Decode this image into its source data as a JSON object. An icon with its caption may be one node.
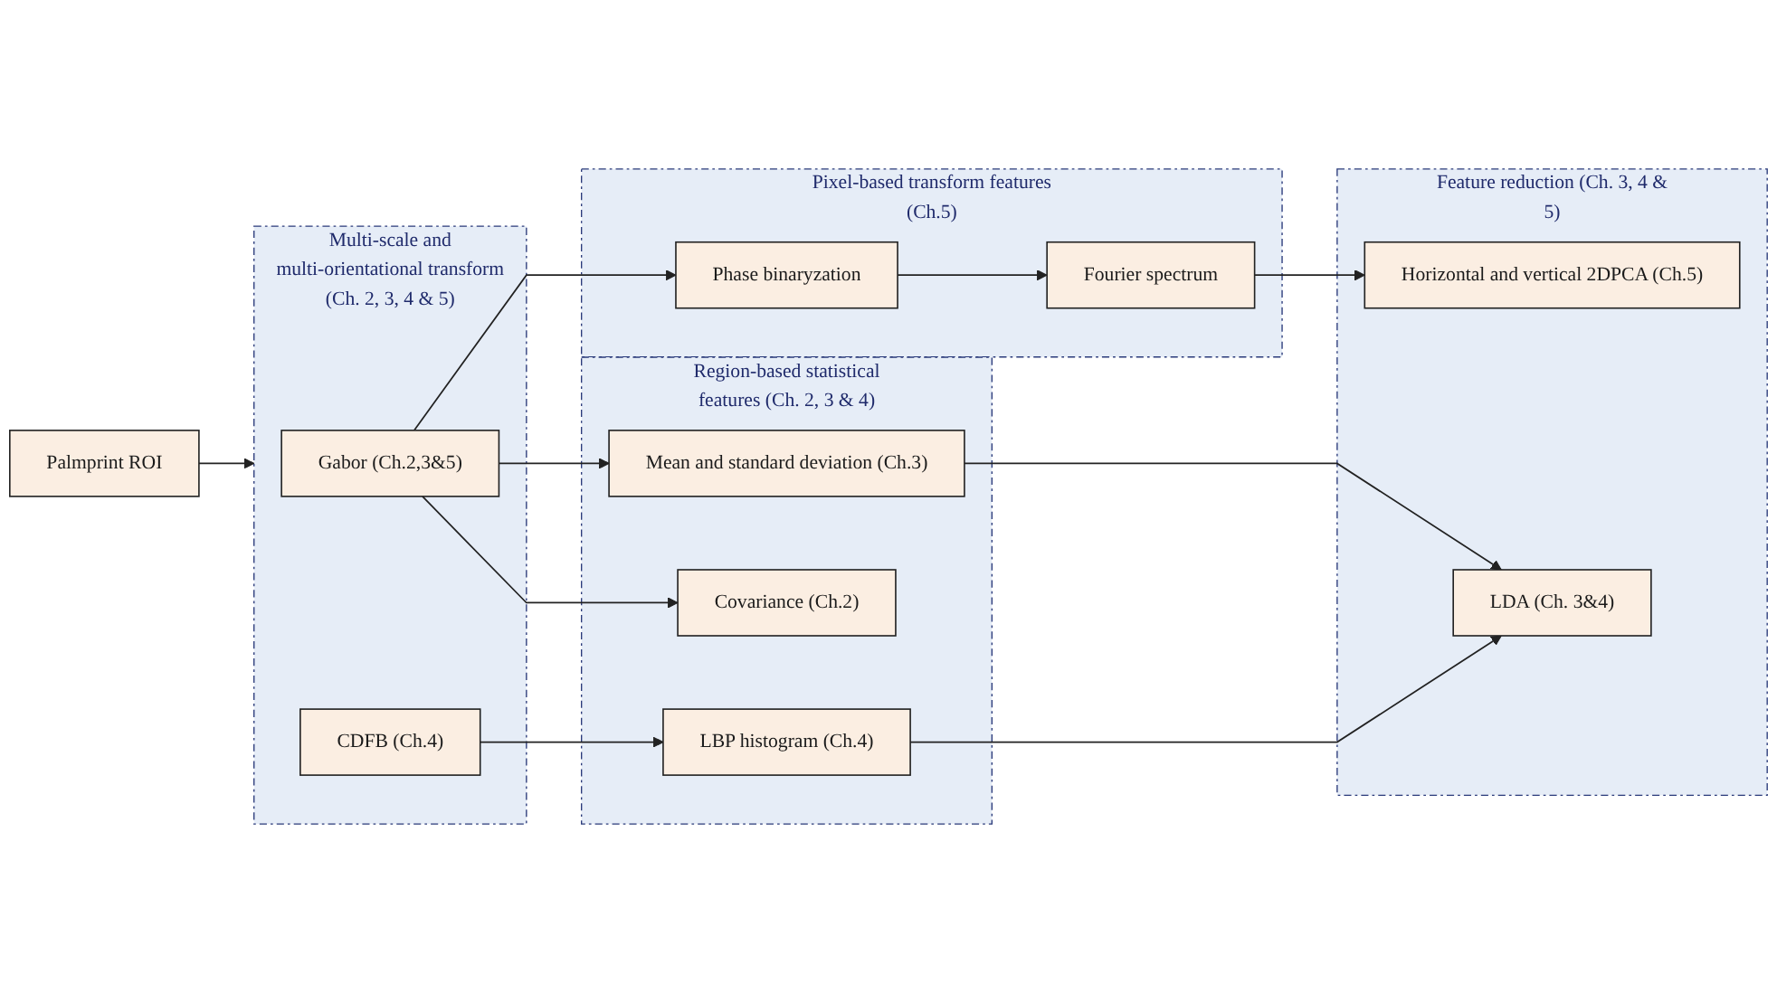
{
  "diagram": {
    "nodes": [
      {
        "text": [
          "Palmprint ROI"
        ]
      },
      {
        "text": [
          "Multi-scale and multi-orientational transform (Ch. 2, 3, 4 & 5)"
        ]
      },
      {
        "text": [
          "Gabor (Ch.2,3&5)"
        ],
        "in": 1
      },
      {
        "text": [
          "CDFB (Ch.4)"
        ],
        "in": 1
      },
      {
        "text": [
          "Region-based statistical features (Ch. 2, 3 & 4)"
        ]
      },
      {
        "text": [
          "Covariance (Ch.2)"
        ],
        "in": 4
      },
      {
        "text": [
          "Mean and standard deviation (Ch.3)"
        ],
        "in": 4
      },
      {
        "text": [
          "LBP histogram (Ch.4)"
        ],
        "in": 4
      },
      {
        "text": [
          "Pixel-based transform features (Ch.5)"
        ]
      },
      {
        "text": [
          "Phase binaryzation"
        ],
        "in": 8
      },
      {
        "text": [
          "Fourier spectrum"
        ],
        "in": 8
      },
      {
        "text": [
          "Feature reduction (Ch. 3, 4 & 5)"
        ]
      },
      {
        "text": [
          "LDA (Ch. 3&4)"
        ],
        "in": 11
      },
      {
        "text": [
          "Horizontal and vertical 2DPCA (Ch.5)"
        ],
        "in": 11
      }
    ],
    "edges": [
      {
        "from": 0,
        "to": 1,
        "arrow": "to"
      },
      {
        "from": 2,
        "to": 5,
        "arrow": "to"
      },
      {
        "from": 2,
        "to": 6,
        "arrow": "to"
      },
      {
        "from": 2,
        "to": 9,
        "arrow": "to"
      },
      {
        "from": 3,
        "to": 7,
        "arrow": "to"
      },
      {
        "from": 6,
        "to": 12,
        "arrow": "to"
      },
      {
        "from": 7,
        "to": 12,
        "arrow": "to"
      },
      {
        "from": 9,
        "to": 10,
        "arrow": "to"
      },
      {
        "from": 10,
        "to": 13,
        "arrow": "to"
      }
    ]
  }
}
